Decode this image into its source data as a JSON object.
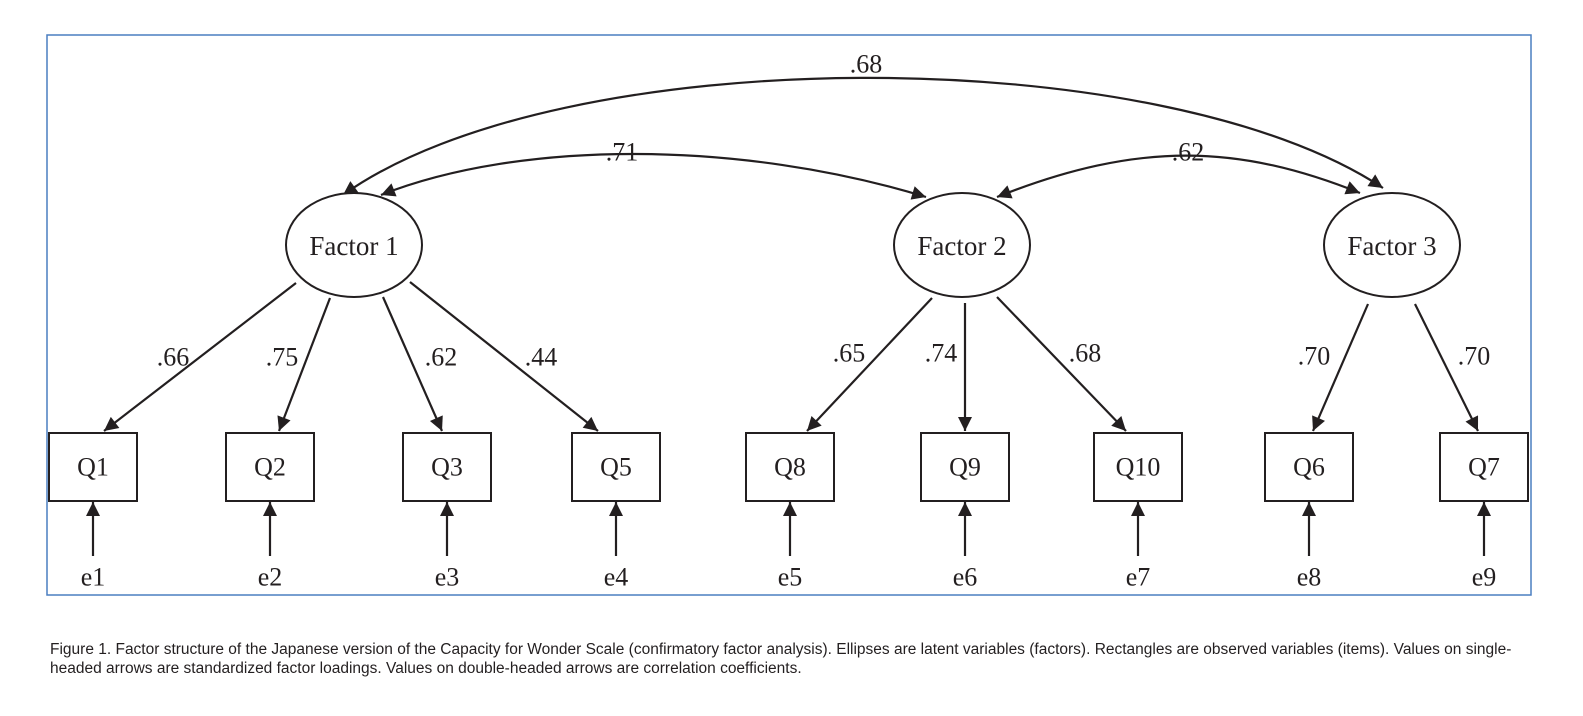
{
  "frame_color": "#4a7fc1",
  "ink_color": "#231f20",
  "factors": [
    {
      "id": "F1",
      "label": "Factor 1"
    },
    {
      "id": "F2",
      "label": "Factor 2"
    },
    {
      "id": "F3",
      "label": "Factor 3"
    }
  ],
  "items": [
    {
      "id": "Q1",
      "label": "Q1",
      "factor": "F1",
      "loading": ".66",
      "error": "e1"
    },
    {
      "id": "Q2",
      "label": "Q2",
      "factor": "F1",
      "loading": ".75",
      "error": "e2"
    },
    {
      "id": "Q3",
      "label": "Q3",
      "factor": "F1",
      "loading": ".62",
      "error": "e3"
    },
    {
      "id": "Q5",
      "label": "Q5",
      "factor": "F1",
      "loading": ".44",
      "error": "e4"
    },
    {
      "id": "Q8",
      "label": "Q8",
      "factor": "F2",
      "loading": ".65",
      "error": "e5"
    },
    {
      "id": "Q9",
      "label": "Q9",
      "factor": "F2",
      "loading": ".74",
      "error": "e6"
    },
    {
      "id": "Q10",
      "label": "Q10",
      "factor": "F2",
      "loading": ".68",
      "error": "e7"
    },
    {
      "id": "Q6",
      "label": "Q6",
      "factor": "F3",
      "loading": ".70",
      "error": "e8"
    },
    {
      "id": "Q7",
      "label": "Q7",
      "factor": "F3",
      "loading": ".70",
      "error": "e9"
    }
  ],
  "correlations": [
    {
      "from": "F1",
      "to": "F3",
      "value": ".68"
    },
    {
      "from": "F1",
      "to": "F2",
      "value": ".71"
    },
    {
      "from": "F2",
      "to": "F3",
      "value": ".62"
    }
  ],
  "caption": "Figure 1. Factor structure of the Japanese version of the Capacity for Wonder Scale (confirmatory factor analysis). Ellipses are latent variables (factors). Rectangles are observed variables (items). Values on single-headed arrows are standardized factor loadings. Values on double-headed arrows are correlation coefficients."
}
